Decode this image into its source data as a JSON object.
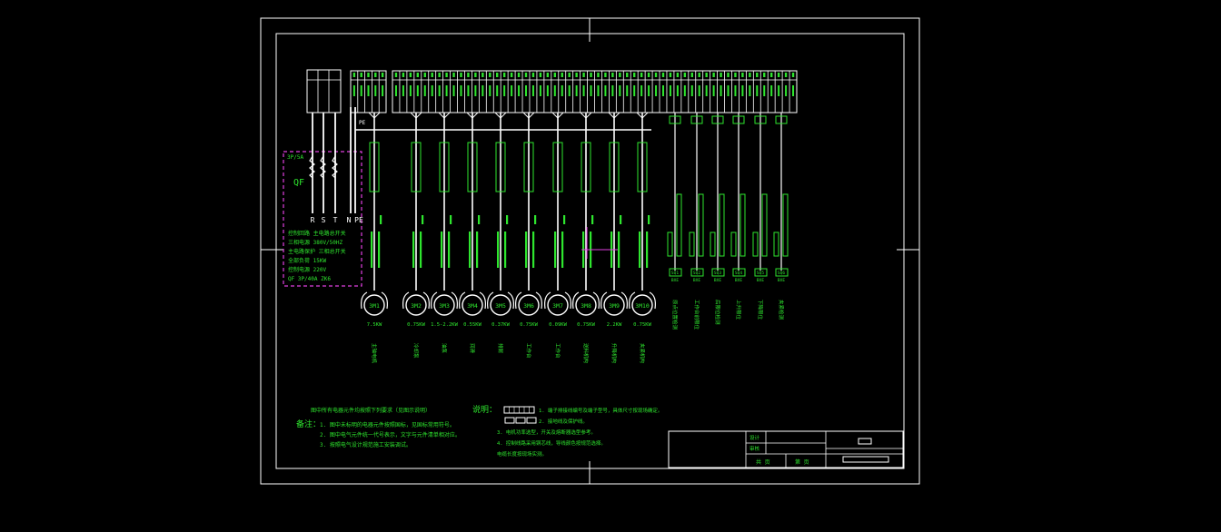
{
  "colors": {
    "background": "#000000",
    "frame": "#ffffff",
    "text": "#2ee62e",
    "breaker_box": "#e040e0"
  },
  "supply": {
    "phases": [
      "R",
      "S",
      "T"
    ],
    "neutral": "N",
    "earth": "PE",
    "breaker": "QF",
    "breaker_code": "3P/5A"
  },
  "breaker_notes": [
    "控制回路 主电路总开关",
    "三相电源 380V/50HZ",
    "主电路保护 三相总开关",
    "全部负荷 15KW",
    "控制电源 220V",
    "QF 3P/40A ZK6"
  ],
  "motors": [
    {
      "id": "3M1",
      "power": "7.5KW",
      "name": "主轴电机"
    },
    {
      "id": "3M2",
      "power": "0.75KW",
      "name": "冷却泵"
    },
    {
      "id": "3M3",
      "power": "1.5-2.2KW",
      "name": "油泵"
    },
    {
      "id": "3M4",
      "power": "0.55KW",
      "name": "润滑"
    },
    {
      "id": "3M5",
      "power": "0.37KW",
      "name": "排屑"
    },
    {
      "id": "3M6",
      "power": "0.75KW",
      "name": "工作台"
    },
    {
      "id": "3M7",
      "power": "0.09KW",
      "name": "工作台"
    },
    {
      "id": "3M8",
      "power": "0.75KW",
      "name": "送料机构"
    },
    {
      "id": "3M9",
      "power": "2.2KW",
      "name": "升降机构"
    },
    {
      "id": "3M10",
      "power": "0.75KW",
      "name": "夹紧机构"
    }
  ],
  "sensors": [
    {
      "code": "SQ1",
      "type": "BXE",
      "name": "原点位置检测"
    },
    {
      "code": "SQ2",
      "type": "BXE",
      "name": "工作台前限位"
    },
    {
      "code": "SQ3",
      "type": "BXE",
      "name": "后限位检测"
    },
    {
      "code": "SQ4",
      "type": "BXE",
      "name": "上升限位"
    },
    {
      "code": "SQ5",
      "type": "BXE",
      "name": "下降限位"
    },
    {
      "code": "SQ6",
      "type": "BXE",
      "name": "夹紧检测"
    }
  ],
  "notes": {
    "header": "图中所有电器元件均按照下列要求（见图示说明）",
    "title": "备注：",
    "items": [
      "1. 图中未标明的电器元件按照国标，见国标常用符号。",
      "2. 图中电气元件统一代号表示，文字与元件清单相对应。",
      "3. 按照电气设计规范施工安装调试。"
    ]
  },
  "legend": {
    "title": "说明：",
    "items": [
      "1. 端子排接线编号及端子型号，具体尺寸按现场确定。",
      "2. 接地线及保护线。",
      "3. 电机功率选型，开关及熔断器选型参考。",
      "4. 控制线路采用铜芯线，导线颜色按规范选择。",
      "   电缆长度按现场实测。"
    ]
  },
  "title_block": {
    "row_labels": [
      "设计",
      "审核"
    ],
    "bottom_left": "共 页",
    "bottom_right": "第 页"
  }
}
